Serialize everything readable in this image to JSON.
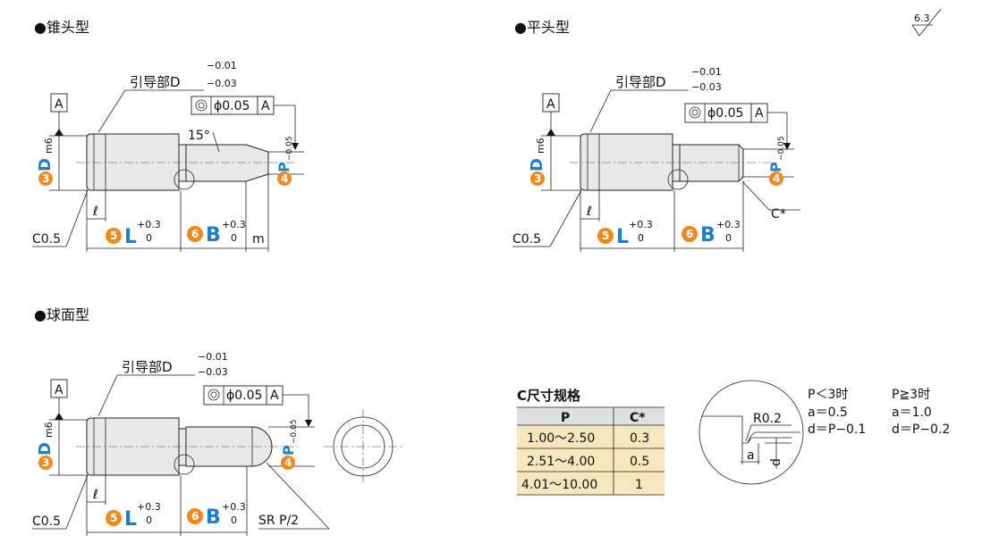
{
  "headings": {
    "taper": "●锥头型",
    "flat": "●平头型",
    "spherical": "●球面型"
  },
  "roughness": "6.3",
  "labels": {
    "guide_part": "引导部D",
    "tol_upper": "−0.01",
    "tol_lower": "−0.03",
    "datum": "A",
    "concentricity": "ϕ0.05",
    "angle": "15°",
    "chamfer": "C0.5",
    "ell": "ℓ",
    "L": "L",
    "B": "B",
    "plus_03": "+0.3",
    "zero": "0",
    "m": "m",
    "c_star": "C*",
    "sr": "SR P/2",
    "D": "D",
    "m6": "m6",
    "P": "P",
    "p_tol_upper": "0",
    "p_tol_lower": "−0.05"
  },
  "markers": {
    "n3": "3",
    "n4": "4",
    "n5": "5",
    "n6": "6"
  },
  "c_table": {
    "title": "C尺寸规格",
    "headers": [
      "P",
      "C*"
    ],
    "rows": [
      [
        "1.00〜2.50",
        "0.3"
      ],
      [
        "2.51〜4.00",
        "0.5"
      ],
      [
        "4.01〜10.00",
        "1"
      ]
    ]
  },
  "detail": {
    "r_label": "R0.2",
    "a_label": "a",
    "d_label": "d",
    "col1": [
      "P＜3时",
      "a＝0.5",
      "d＝P−0.1"
    ],
    "col2": [
      "P≧3时",
      "a＝1.0",
      "d＝P−0.2"
    ]
  }
}
